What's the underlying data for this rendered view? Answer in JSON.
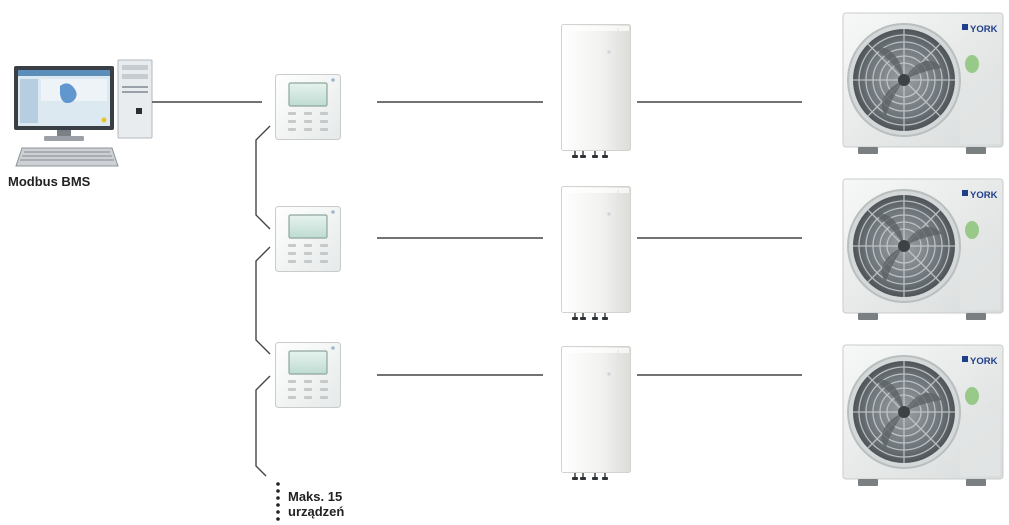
{
  "bms": {
    "label": "Modbus BMS"
  },
  "chain": {
    "max_label_line1": "Maks. 15",
    "max_label_line2": "urządzeń"
  },
  "outdoor_units": [
    {
      "brand": "YORK"
    },
    {
      "brand": "YORK"
    },
    {
      "brand": "YORK"
    }
  ],
  "colors": {
    "line": "#444444",
    "controller_body": "#f2f4f4",
    "controller_screen": "#cfe6dd",
    "indoor_body": "#f3f3f1",
    "outdoor_body": "#eceeed",
    "fan_grille": "#6f7478",
    "york_brand": "#1f3f8a",
    "badge": "#7fbf6a"
  }
}
